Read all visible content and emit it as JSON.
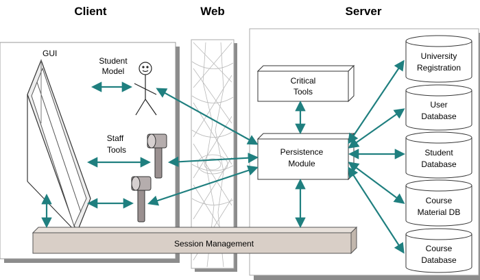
{
  "headers": {
    "client": "Client",
    "web": "Web",
    "server": "Server"
  },
  "client": {
    "gui_label": "GUI",
    "student_model_line1": "Student",
    "student_model_line2": "Model",
    "staff_tools_line1": "Staff",
    "staff_tools_line2": "Tools"
  },
  "server": {
    "critical_tools_line1": "Critical",
    "critical_tools_line2": "Tools",
    "persistence_line1": "Persistence",
    "persistence_line2": "Module"
  },
  "session_management": "Session Management",
  "databases": [
    {
      "line1": "University",
      "line2": "Registration"
    },
    {
      "line1": "User",
      "line2": "Database"
    },
    {
      "line1": "Student",
      "line2": "Database"
    },
    {
      "line1": "Course",
      "line2": "Material DB"
    },
    {
      "line1": "Course",
      "line2": "Database"
    }
  ],
  "colors": {
    "arrow": "#1f7f7f",
    "panel_shadow": "#8c8c8c",
    "session_bar": "#d9cfc7",
    "tool_fill": "#9a9090"
  }
}
